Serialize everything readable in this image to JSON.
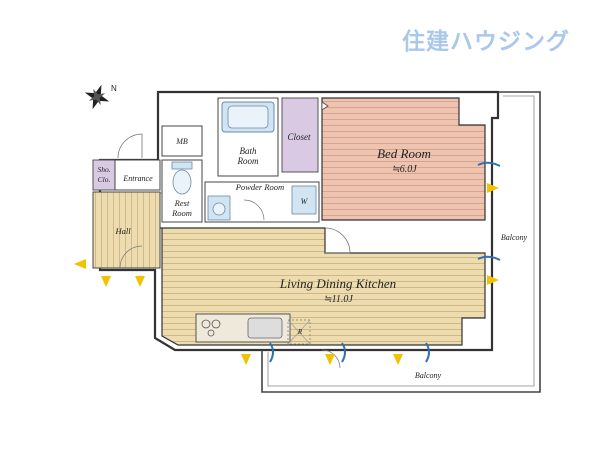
{
  "brand": {
    "logo_text": "住建ハウジング"
  },
  "compass": {
    "north_label": "N"
  },
  "rooms": {
    "mb": "MB",
    "bath_line1": "Bath",
    "bath_line2": "Room",
    "closet": "Closet",
    "bedroom_name": "Bed Room",
    "bedroom_size": "≒6.0J",
    "shoe_line1": "Sho.",
    "shoe_line2": "Clo.",
    "entrance": "Entrance",
    "rest_line1": "Rest",
    "rest_line2": "Room",
    "powder": "Powder Room",
    "washer": "W",
    "hall": "Hall",
    "ldk_name": "Living Dining Kitchen",
    "ldk_size": "≒11.0J",
    "refrigerator": "R",
    "balcony_east": "Balcony",
    "balcony_south": "Balcony"
  },
  "colors": {
    "floor_wood": "#ecdcb0",
    "floor_bedroom": "#eec3b0",
    "closet_fill": "#d9c9e2",
    "wet_area_fill": "#d0e4f2",
    "light_arrow": "#f2c200",
    "wind_arrow": "#2f6fb3",
    "logo": "#a9c8ea"
  }
}
